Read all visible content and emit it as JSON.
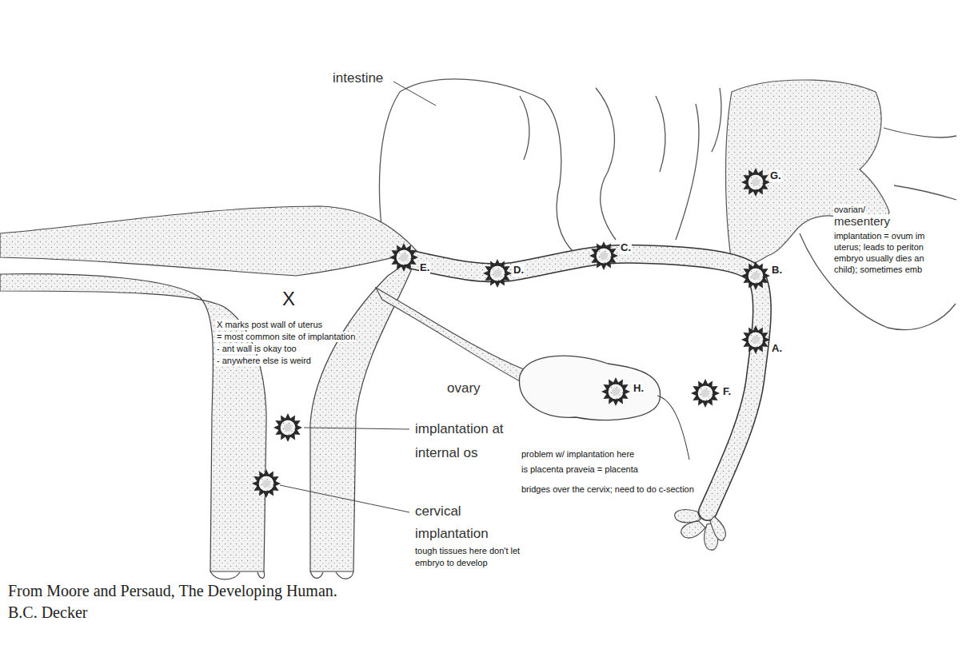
{
  "diagram": {
    "caption": "From Moore and Persaud, The Developing Human. B.C. Decker",
    "labels": [
      "intestine",
      "G.",
      "ovarian/",
      "mesentery",
      "implantation = ovum im",
      "uterus; leads to periton",
      "embryo usually dies an",
      "child); sometimes emb",
      "E.",
      "D.",
      "C.",
      "B.",
      "X",
      "X marks post wall of uterus",
      "= most common site of implantation",
      "A.",
      "- ant wall is okay too",
      "- anywhere else is weird",
      "ovary",
      "H.",
      "F.",
      "implantation at internal os",
      "problem w/ implantation here",
      "is placenta praveia = placenta",
      "bridges over the cervix; need to do c-section",
      "cervical implantation",
      "tough tissues here don't let",
      "embryo to develop"
    ]
  }
}
